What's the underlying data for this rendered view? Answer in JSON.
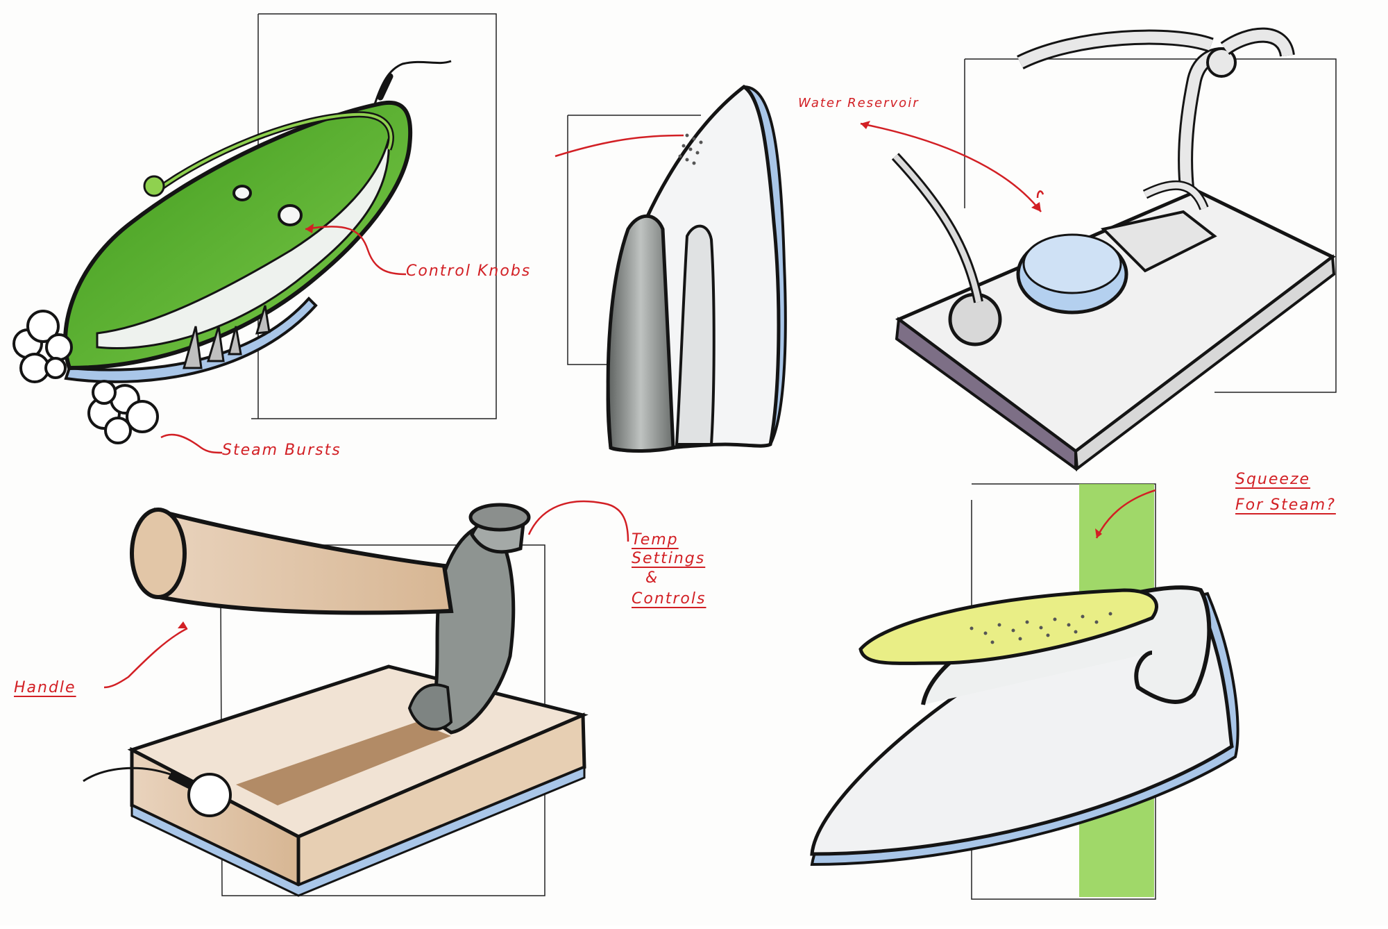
{
  "annotations": {
    "control_knobs": "Control Knobs",
    "steam_bursts": "Steam Bursts",
    "water_reservoir": "Water Reservoir",
    "temp_line1": "Temp",
    "temp_line2": "Settings",
    "temp_line3": "&",
    "temp_line4": "Controls",
    "handle": "Handle",
    "squeeze_line1": "Squeeze",
    "squeeze_line2": "For Steam?"
  },
  "colors": {
    "ink": "#141414",
    "annotation_red": "#d21f24",
    "marker_green": "#5cb82e",
    "highlight_green": "#8fd14f",
    "shadow_grey": "#9a9a9a",
    "wood": "#c9a27a",
    "sole_blue": "#a9c6e8",
    "yellow_pad": "#e9ee86"
  }
}
